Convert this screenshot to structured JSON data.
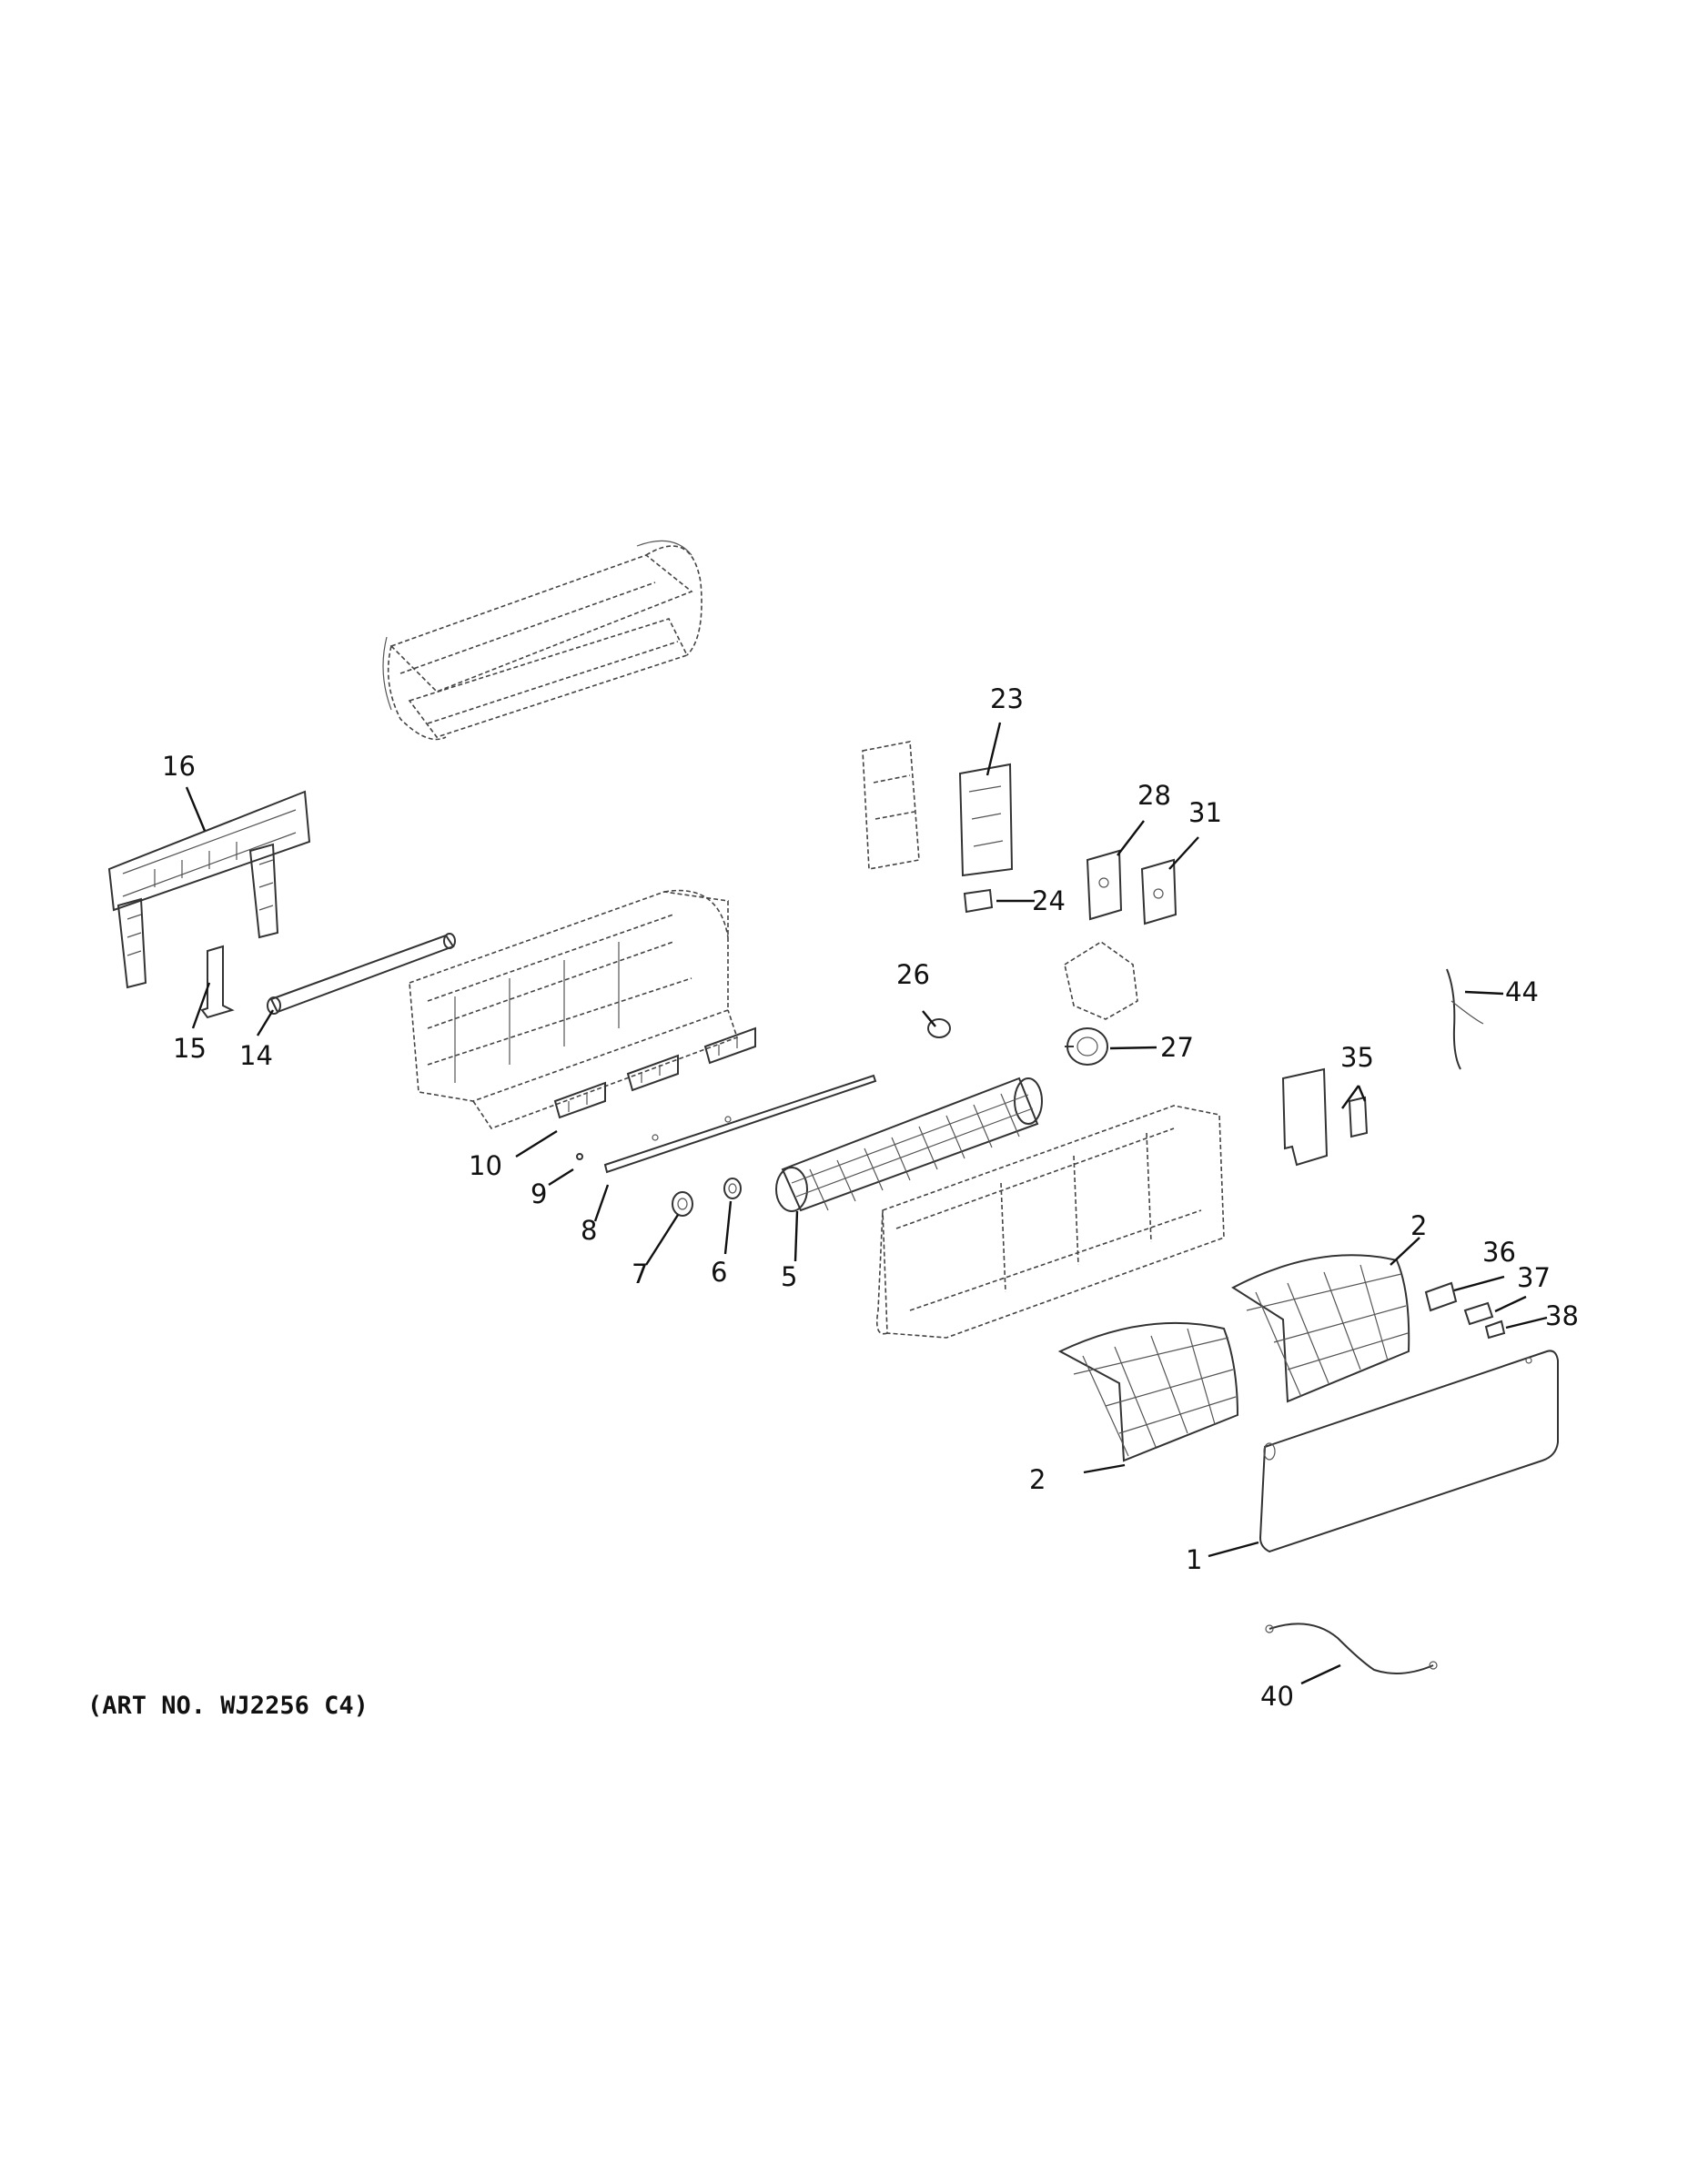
{
  "diagram": {
    "art_number": "(ART NO. WJ2256 C4)",
    "callouts": {
      "c1": "1",
      "c2a": "2",
      "c2b": "2",
      "c5": "5",
      "c6": "6",
      "c7": "7",
      "c8": "8",
      "c9": "9",
      "c10": "10",
      "c14": "14",
      "c15": "15",
      "c16": "16",
      "c23": "23",
      "c24": "24",
      "c26": "26",
      "c27": "27",
      "c28": "28",
      "c31": "31",
      "c35": "35",
      "c36": "36",
      "c37": "37",
      "c38": "38",
      "c40": "40",
      "c44": "44"
    }
  }
}
